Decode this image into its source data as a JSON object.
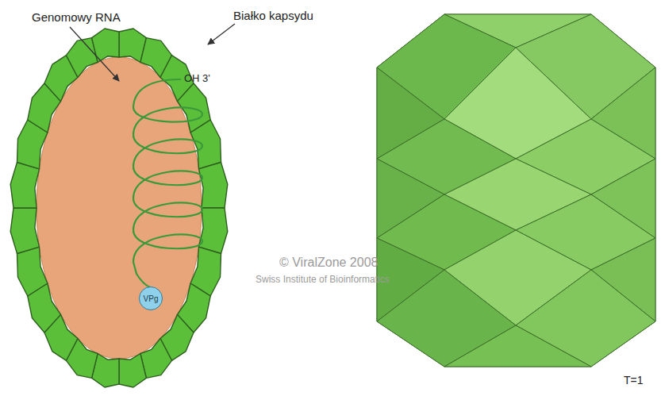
{
  "diagram": {
    "nodes": [
      {
        "text": [
          "VPg"
        ]
      }
    ],
    "labels": [
      "Genomowy RNA",
      "Białko kapsydu",
      "OH 3'",
      "© ViralZone 2008",
      "Swiss Institute of Bioinformatics",
      "T=1"
    ]
  }
}
